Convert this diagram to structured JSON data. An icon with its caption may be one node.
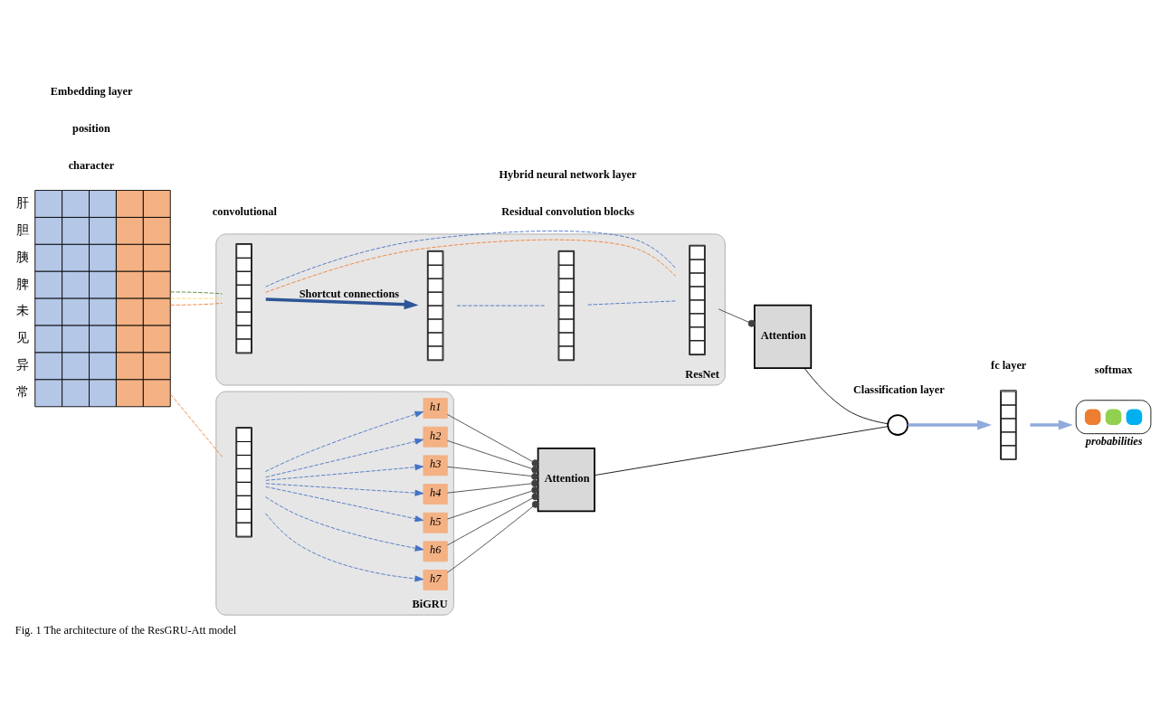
{
  "diagram": {
    "caption": "Fig. 1 The architecture of the ResGRU-Att model",
    "nodes": [
      {
        "text": [],
        "shape": "box",
        "beside": [
          "肝",
          "胆",
          "胰",
          "脾",
          "未",
          "见",
          "异",
          "常"
        ]
      },
      {
        "text": [
          "ResNet"
        ]
      },
      {
        "text": [],
        "shape": "box",
        "in": 1
      },
      {
        "text": [],
        "shape": "box",
        "in": 1
      },
      {
        "text": [],
        "shape": "box",
        "in": 1
      },
      {
        "text": [],
        "shape": "box",
        "in": 1
      },
      {
        "text": [
          "BiGRU"
        ]
      },
      {
        "text": [],
        "shape": "box",
        "in": 6
      },
      {
        "text": [
          "h1"
        ],
        "in": 6
      },
      {
        "text": [
          "h2"
        ],
        "in": 6
      },
      {
        "text": [
          "h3"
        ],
        "in": 6
      },
      {
        "text": [
          "h4"
        ],
        "in": 6
      },
      {
        "text": [
          "h5"
        ],
        "in": 6
      },
      {
        "text": [
          "h6"
        ],
        "in": 6
      },
      {
        "text": [
          "h7"
        ],
        "in": 6
      },
      {
        "text": [
          "Attention"
        ]
      },
      {
        "text": [
          "Attention"
        ]
      },
      {
        "text": [],
        "shape": "circle"
      },
      {
        "text": [],
        "shape": "box"
      },
      {
        "text": [
          "probabilities"
        ]
      }
    ],
    "edges": [
      {
        "from": 0,
        "to": 2,
        "arrow": "none",
        "style": "dashed",
        "color": "#ed7d31"
      },
      {
        "from": 0,
        "to": 2,
        "arrow": "none",
        "style": "dashed",
        "color": "#ffd966"
      },
      {
        "from": 0,
        "to": 2,
        "arrow": "none",
        "style": "dashed",
        "color": "#548235"
      },
      {
        "from": 0,
        "to": 7,
        "arrow": "none",
        "style": "dashed",
        "color": "#ed7d31"
      },
      {
        "from": 2,
        "to": 3,
        "label": "Shortcut connections",
        "arrow": "to",
        "style": "thick",
        "color": "#2f5597"
      },
      {
        "from": 2,
        "to": 5,
        "arrow": "none",
        "style": "dashed",
        "color": "#ed7d31"
      },
      {
        "from": 2,
        "to": 5,
        "arrow": "none",
        "style": "dashed",
        "color": "#4472c4"
      },
      {
        "from": 3,
        "to": 4,
        "arrow": "none",
        "style": "dashed",
        "color": "#4472c4"
      },
      {
        "from": 4,
        "to": 5,
        "arrow": "none",
        "style": "dashed",
        "color": "#4472c4"
      },
      {
        "from": 7,
        "to": 8,
        "arrow": "to",
        "style": "dashed",
        "color": "#4472c4"
      },
      {
        "from": 7,
        "to": 9,
        "arrow": "to",
        "style": "dashed",
        "color": "#4472c4"
      },
      {
        "from": 7,
        "to": 10,
        "arrow": "to",
        "style": "dashed",
        "color": "#4472c4"
      },
      {
        "from": 7,
        "to": 11,
        "arrow": "to",
        "style": "dashed",
        "color": "#4472c4"
      },
      {
        "from": 7,
        "to": 12,
        "arrow": "to",
        "style": "dashed",
        "color": "#4472c4"
      },
      {
        "from": 7,
        "to": 13,
        "arrow": "to",
        "style": "dashed",
        "color": "#4472c4"
      },
      {
        "from": 7,
        "to": 14,
        "arrow": "to",
        "style": "dashed",
        "color": "#4472c4"
      },
      {
        "from": 5,
        "to": 15,
        "arrow": "other",
        "color": "#404040"
      },
      {
        "from": 8,
        "to": 16,
        "arrow": "other",
        "color": "#404040"
      },
      {
        "from": 9,
        "to": 16,
        "arrow": "other",
        "color": "#404040"
      },
      {
        "from": 10,
        "to": 16,
        "arrow": "other",
        "color": "#404040"
      },
      {
        "from": 11,
        "to": 16,
        "arrow": "other",
        "color": "#404040"
      },
      {
        "from": 12,
        "to": 16,
        "arrow": "other",
        "color": "#404040"
      },
      {
        "from": 13,
        "to": 16,
        "arrow": "other",
        "color": "#404040"
      },
      {
        "from": 14,
        "to": 16,
        "arrow": "other",
        "color": "#404040"
      },
      {
        "from": 15,
        "to": 17,
        "arrow": "none",
        "color": "#000000"
      },
      {
        "from": 16,
        "to": 17,
        "arrow": "none",
        "color": "#000000"
      },
      {
        "from": 17,
        "to": 18,
        "arrow": "to",
        "style": "thick",
        "color": "#8faadc"
      },
      {
        "from": 18,
        "to": 19,
        "arrow": "to",
        "style": "thick",
        "color": "#8faadc"
      }
    ],
    "labels": [
      "character",
      "position",
      "convolutional",
      "Residual convolution blocks",
      "fc layer",
      "softmax",
      "Embedding layer",
      "Hybrid neural network layer",
      "Classification layer"
    ]
  }
}
